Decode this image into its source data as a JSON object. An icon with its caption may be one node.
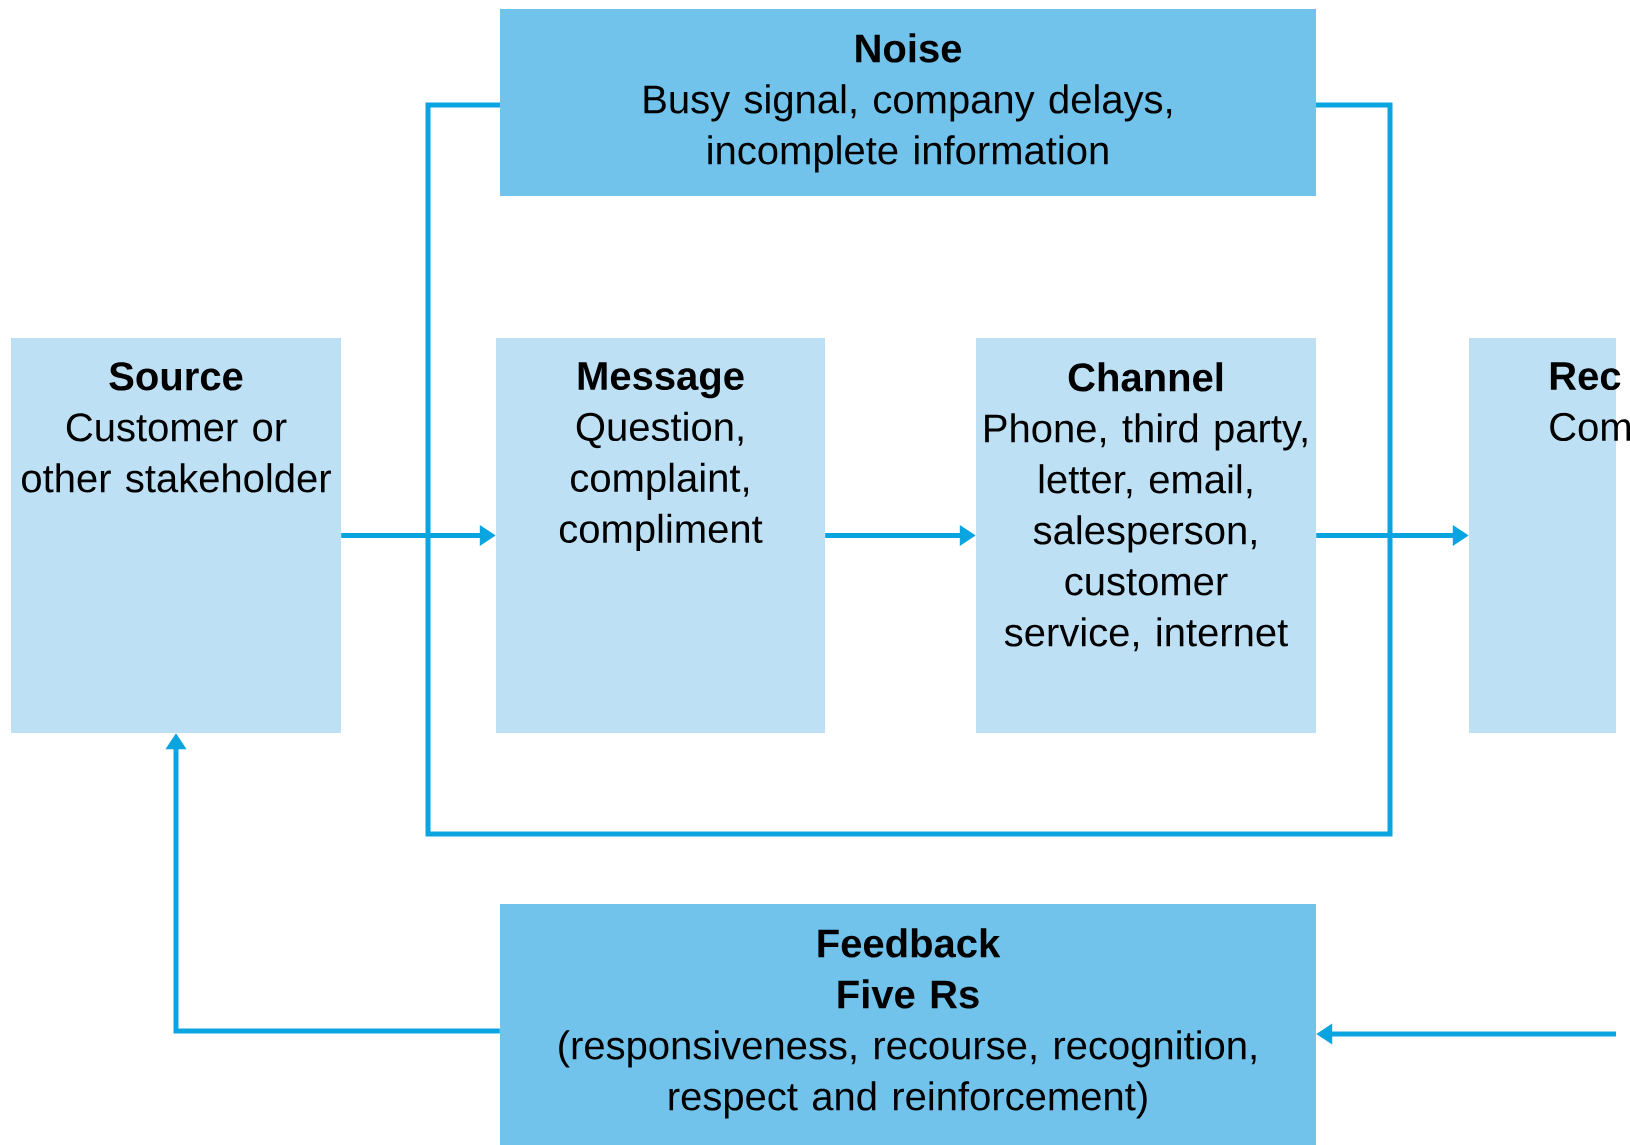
{
  "diagram": {
    "nodes": [
      {
        "text": [
          "Noise",
          "Busy signal, company delays, incomplete information"
        ]
      },
      {
        "text": [
          "Source",
          "Customer or other stakeholder"
        ]
      },
      {
        "text": [
          "Message",
          "Question, complaint, compliment"
        ]
      },
      {
        "text": [
          "Channel",
          "Phone, third party, letter, email, salesperson, customer service, internet"
        ]
      },
      {
        "text": [
          "Rec",
          "Com"
        ]
      },
      {
        "text": [
          "Feedback",
          "Five Rs",
          "(responsiveness, recourse, recognition, respect and reinforcement)"
        ]
      }
    ],
    "edges": [
      {
        "from": 1,
        "to": 2,
        "arrow": "to"
      },
      {
        "from": 2,
        "to": 3,
        "arrow": "to"
      },
      {
        "from": 3,
        "to": 4,
        "arrow": "to"
      },
      {
        "from": null,
        "to": 5,
        "arrow": "to"
      },
      {
        "from": 5,
        "to": 1,
        "arrow": "to"
      }
    ]
  }
}
